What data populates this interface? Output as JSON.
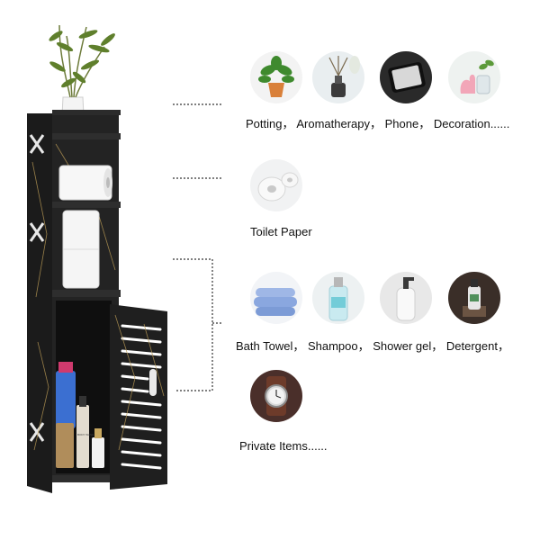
{
  "labels": {
    "row1": "Potting， Aromatherapy， Phone， Decoration......",
    "row2": "Toilet Paper",
    "row3": "Bath Towel， Shampoo， Shower gel， Detergent，",
    "row4": "Private Items......"
  },
  "product_bottle_text": "BODY WASH",
  "colors": {
    "cabinet": "#1e1e1e",
    "cabinet_dark": "#111111",
    "marble_vein": "#b99a55",
    "circle_bg": "#eeeeee",
    "leader_line": "#333333"
  }
}
